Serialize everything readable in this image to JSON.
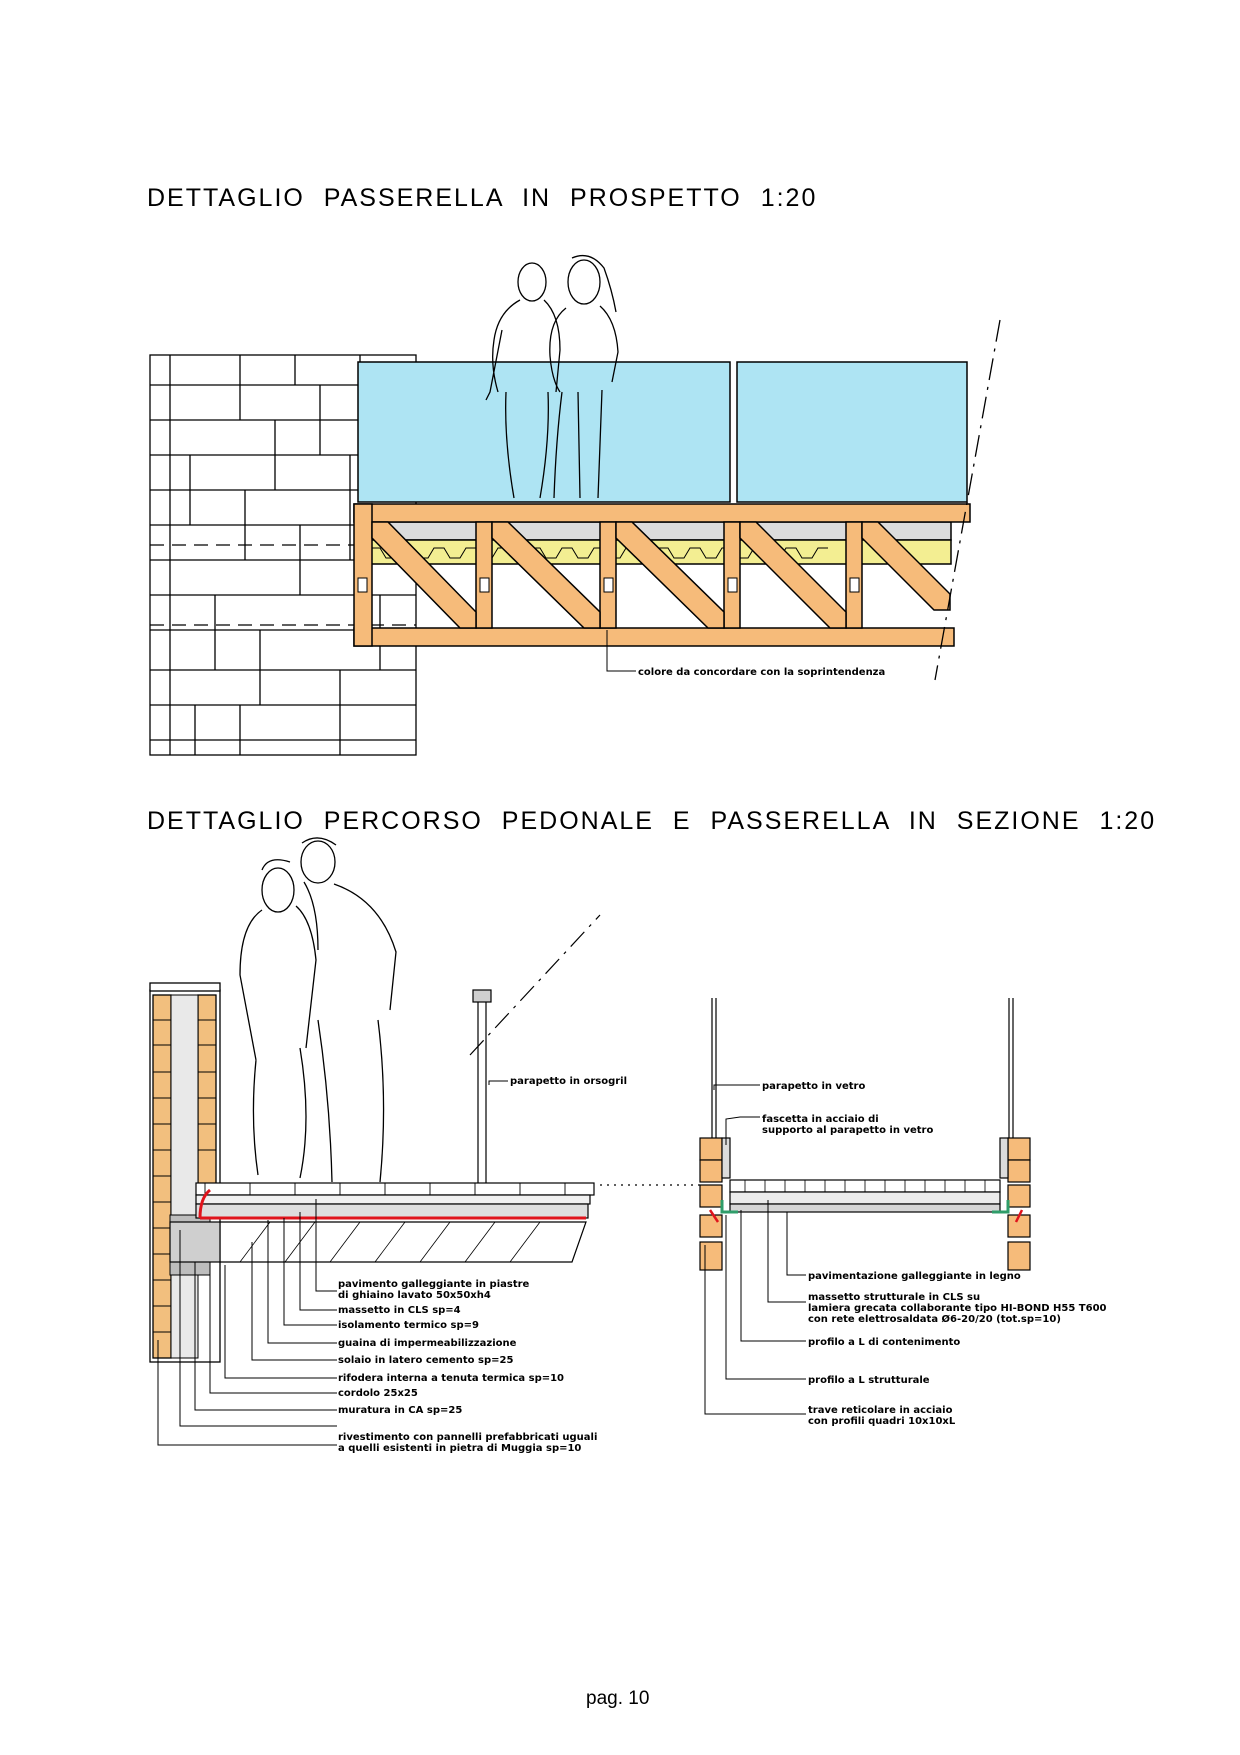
{
  "titles": {
    "elevation": "DETTAGLIO  PASSERELLA  IN  PROSPETTO    1:20",
    "section": "DETTAGLIO  PERCORSO  PEDONALE  E  PASSERELLA  IN  SEZIONE    1:20"
  },
  "elevation_labels": {
    "colore": "colore da concordare con la soprintendenza"
  },
  "section_labels": {
    "parapetto_orsogril": "parapetto in orsogril",
    "pavimento_1": "pavimento galleggiante in piastre",
    "pavimento_2": "di ghiaino lavato 50x50xh4",
    "massetto": "massetto in CLS sp=4",
    "isolamento": "isolamento termico sp=9",
    "guaina": "guaina di impermeabilizzazione",
    "solaio": "solaio in latero cemento sp=25",
    "rifodera": "rifodera interna a tenuta termica sp=10",
    "cordolo": "cordolo 25x25",
    "muratura": "muratura in CA sp=25",
    "rivestimento_1": "rivestimento con pannelli prefabbricati uguali",
    "rivestimento_2": "a quelli esistenti in pietra di Muggia sp=10",
    "parapetto_vetro": "parapetto in vetro",
    "fascetta_1": "fascetta in acciaio di",
    "fascetta_2": "supporto al parapetto in vetro",
    "pav_legno": "pavimentazione galleggiante in legno",
    "massetto_str_1": "massetto strutturale in CLS su",
    "massetto_str_2": "lamiera grecata collaborante tipo HI-BOND H55 T600",
    "massetto_str_3": "con rete elettrosaldata Ø6-20/20 (tot.sp=10)",
    "profilo_cont": "profilo a L di contenimento",
    "profilo_str": "profilo a L strutturale",
    "trave_1": "trave reticolare in acciaio",
    "trave_2": "con profili quadri 10x10xL"
  },
  "colors": {
    "glass": "#aee4f3",
    "steel": "#f6bb7a",
    "deck": "#f3ee92",
    "concrete": "#dcdcdc",
    "membrane": "#e0141c",
    "brick": "#f2bf7e",
    "green": "#2f9d6a"
  },
  "footer": {
    "page": "pag.  10"
  }
}
